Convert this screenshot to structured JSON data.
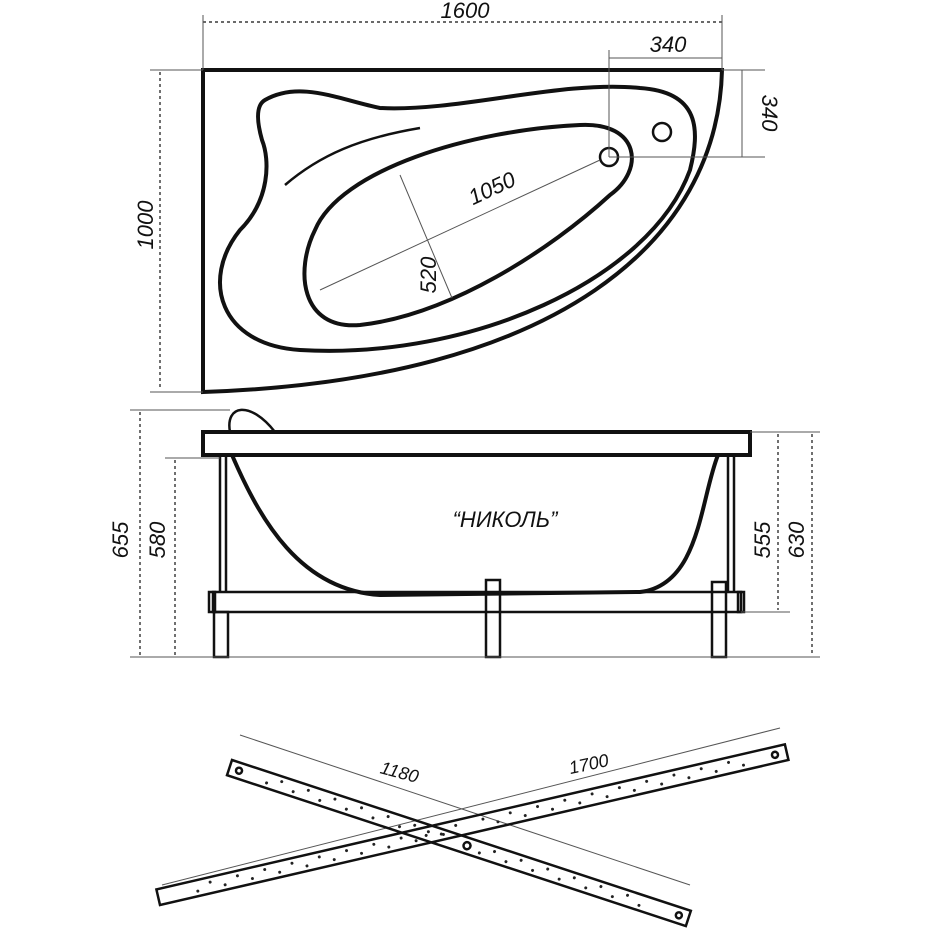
{
  "model_name": "“НИКОЛЬ”",
  "top_view": {
    "width_label": "1600",
    "faucet_offset_x_label": "340",
    "faucet_offset_y_label": "340",
    "depth_label": "1000",
    "basin_length_label": "1050",
    "basin_width_label": "520"
  },
  "side_view": {
    "total_height_label": "655",
    "inner_height_label": "580",
    "frame_height_label": "555",
    "rim_height_label": "630"
  },
  "frame_bars": {
    "short_bar_label": "1180",
    "long_bar_label": "1700"
  }
}
